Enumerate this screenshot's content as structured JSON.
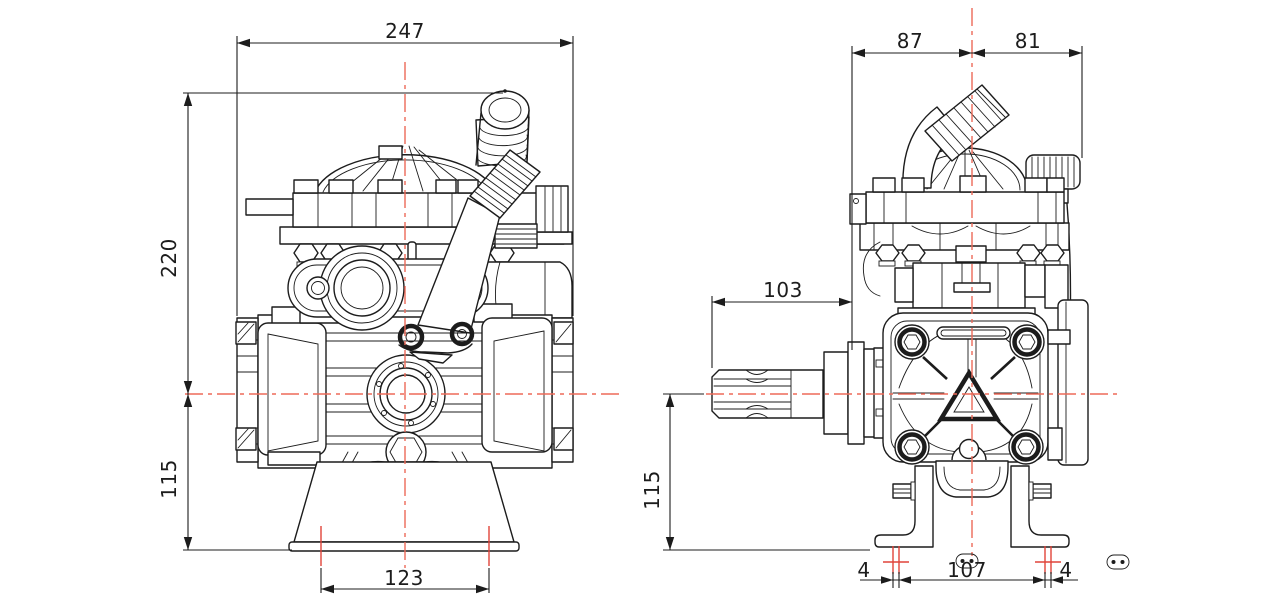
{
  "colors": {
    "background": "#ffffff",
    "line_ink": "#1c1c1c",
    "centerline_red": "#ed6a58",
    "mark_red": "#e0443a"
  },
  "front_view": {
    "width": "247",
    "height_upper": "220",
    "height_lower": "115",
    "base_width": "123"
  },
  "side_view": {
    "top_left_width": "87",
    "top_right_width": "81",
    "shaft_length": "103",
    "height_lower": "115",
    "slot_left": "4",
    "feet_span": "107",
    "slot_right": "4"
  }
}
